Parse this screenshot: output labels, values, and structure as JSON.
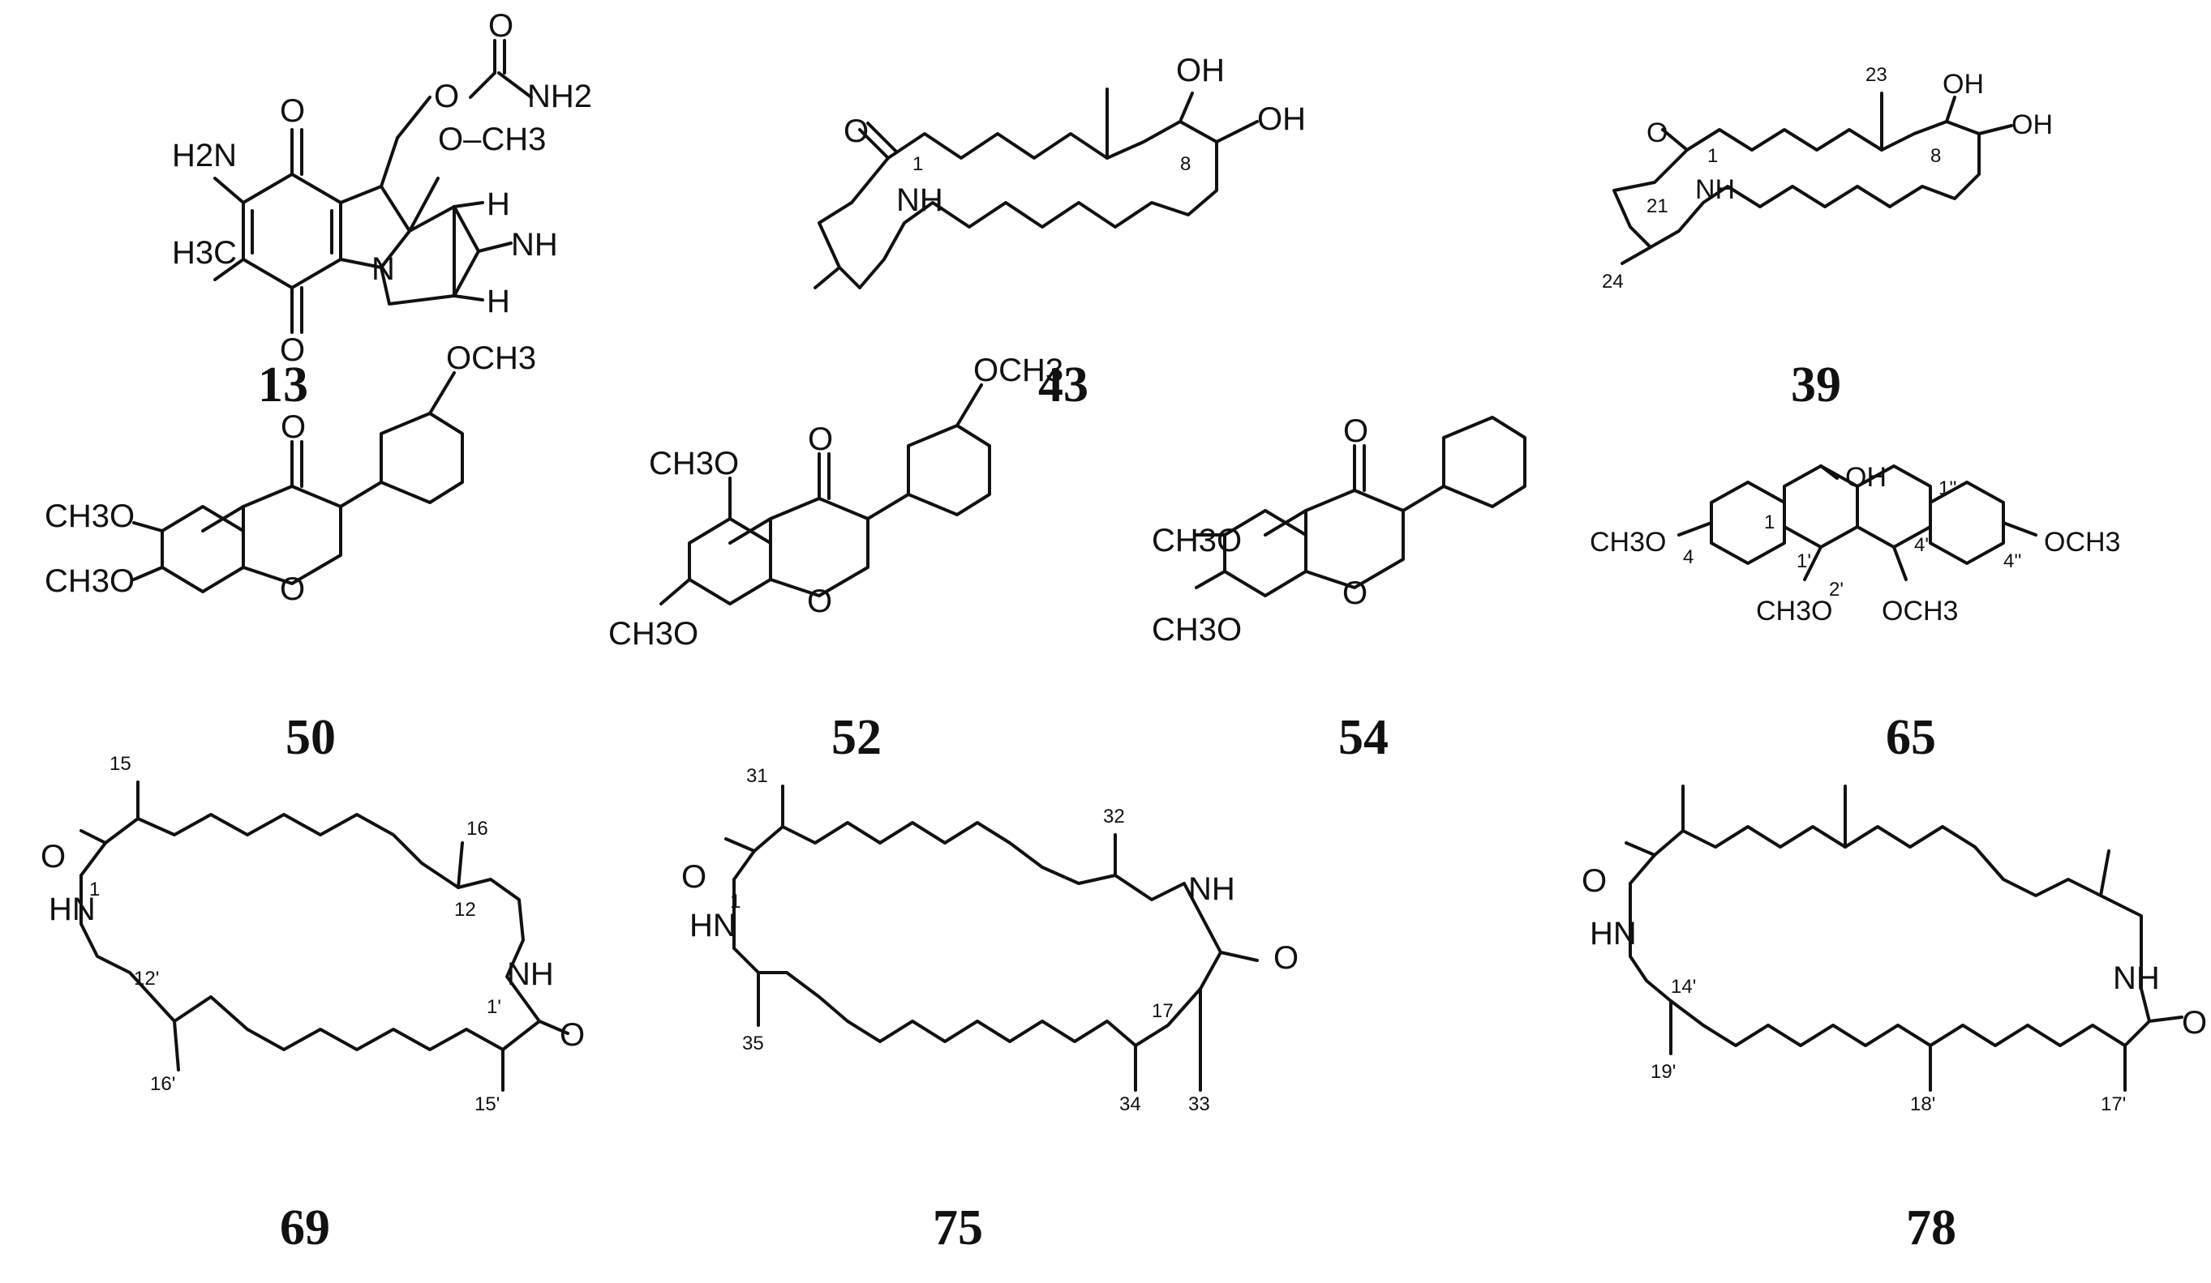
{
  "compounds": [
    {
      "id": "13",
      "labels": {
        "o_top": "O",
        "o_bottom": "O",
        "carbamate_o": "O",
        "carbamate_co": "O",
        "nh2": "NH2",
        "h2n": "H2N",
        "h3c": "H3C",
        "och3": "O–CH3",
        "n": "N",
        "h_top": "H",
        "h_bottom": "H",
        "nh": "NH"
      }
    },
    {
      "id": "43",
      "labels": {
        "o": "O",
        "nh": "NH",
        "oh1": "OH",
        "oh2": "OH",
        "n1": "1",
        "n8": "8"
      }
    },
    {
      "id": "39",
      "labels": {
        "o": "O",
        "nh": "NH",
        "oh1": "OH",
        "oh2": "OH",
        "n1": "1",
        "n8": "8",
        "n21": "21",
        "n23": "23",
        "n24": "24"
      }
    },
    {
      "id": "50",
      "labels": {
        "o": "O",
        "ring_o": "O",
        "och3_top": "OCH3",
        "ch3o_1": "CH3O",
        "ch3o_2": "CH3O"
      }
    },
    {
      "id": "52",
      "labels": {
        "o": "O",
        "ring_o": "O",
        "och3_top": "OCH3",
        "ch3o_5": "CH3O",
        "ch3o_7": "CH3O"
      }
    },
    {
      "id": "54",
      "labels": {
        "o": "O",
        "ring_o": "O",
        "ch3o_1": "CH3O",
        "ch3o_2": "CH3O"
      }
    },
    {
      "id": "65",
      "labels": {
        "oh": "OH",
        "ch3o_left": "CH3O",
        "och3_right": "OCH3",
        "ch3o_2p": "CH3O",
        "och3_3p": "OCH3",
        "n4": "4",
        "n1": "1",
        "n1p": "1'",
        "n2p": "2'",
        "n4p": "4'",
        "n1pp": "1''",
        "n4pp": "4''"
      }
    },
    {
      "id": "69",
      "labels": {
        "o1": "O",
        "o2": "O",
        "hn": "HN",
        "nh": "NH",
        "n1": "1",
        "n1p": "1'",
        "n12": "12",
        "n12p": "12'",
        "n15": "15",
        "n15p": "15'",
        "n16": "16",
        "n16p": "16'"
      }
    },
    {
      "id": "75",
      "labels": {
        "o1": "O",
        "o2": "O",
        "hn": "HN",
        "nh": "NH",
        "n1": "1",
        "n17": "17",
        "n31": "31",
        "n32": "32",
        "n33": "33",
        "n34": "34",
        "n35": "35"
      }
    },
    {
      "id": "78",
      "labels": {
        "o1": "O",
        "o2": "O",
        "hn": "HN",
        "nh": "NH",
        "n14p": "14'",
        "n17p": "17'",
        "n18p": "18'",
        "n19p": "19'"
      }
    }
  ]
}
